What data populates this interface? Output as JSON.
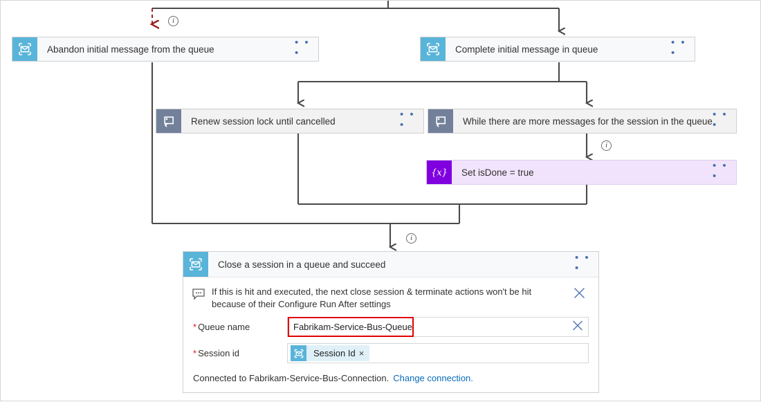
{
  "canvas": {
    "title": "Logic App Designer canvas"
  },
  "nodes": [
    {
      "id": "abandon",
      "label": "Abandon initial message from the queue",
      "icon": "service-bus-icon",
      "type": "servicebus",
      "menu": "• • •"
    },
    {
      "id": "complete",
      "label": "Complete initial message in queue",
      "icon": "service-bus-icon",
      "type": "servicebus",
      "menu": "• • •"
    },
    {
      "id": "renew",
      "label": "Renew session lock until cancelled",
      "icon": "until-loop-icon",
      "type": "loop",
      "menu": "• • •"
    },
    {
      "id": "while",
      "label": "While there are more messages for the session in the queue",
      "icon": "until-loop-icon",
      "type": "loop",
      "menu": "• • •"
    },
    {
      "id": "setvar",
      "label": "Set isDone = true",
      "icon": "variable-icon",
      "type": "variable",
      "menu": "• • •"
    }
  ],
  "info_badges": [
    {
      "id": "info-abandon",
      "glyph": "i"
    },
    {
      "id": "info-setvar",
      "glyph": "i"
    },
    {
      "id": "info-close-session",
      "glyph": "i"
    }
  ],
  "detail_panel": {
    "header": {
      "title": "Close a session in a queue and succeed",
      "icon": "service-bus-icon",
      "menu": "• • •"
    },
    "notice": {
      "icon": "comment-icon",
      "text": "If this is hit and executed, the next close session & terminate actions won't be hit because of their Configure Run After settings",
      "dismiss_icon": "close-icon"
    },
    "fields": [
      {
        "id": "queue-name",
        "required_marker": "*",
        "label": "Queue name",
        "value": "Fabrikam-Service-Bus-Queue",
        "highlighted": true,
        "clear_icon": "clear-x-icon"
      },
      {
        "id": "session-id",
        "required_marker": "*",
        "label": "Session id",
        "token": {
          "text": "Session Id",
          "icon": "service-bus-icon",
          "remove": "×"
        },
        "highlighted": false
      }
    ],
    "connection": {
      "text": "Connected to Fabrikam-Service-Bus-Connection.",
      "link": "Change connection."
    }
  },
  "colors": {
    "service_bus_blue": "#59b4d9",
    "loop_gray": "#72809a",
    "variable_purple": "#8000e0",
    "variable_card_bg": "#f0e3fb",
    "connector_gray": "#4a4a4a",
    "runafter_red": "#9b1c1c",
    "required_red": "#e81123",
    "highlight_red": "#e00000",
    "link_blue": "#0b6cbb"
  }
}
